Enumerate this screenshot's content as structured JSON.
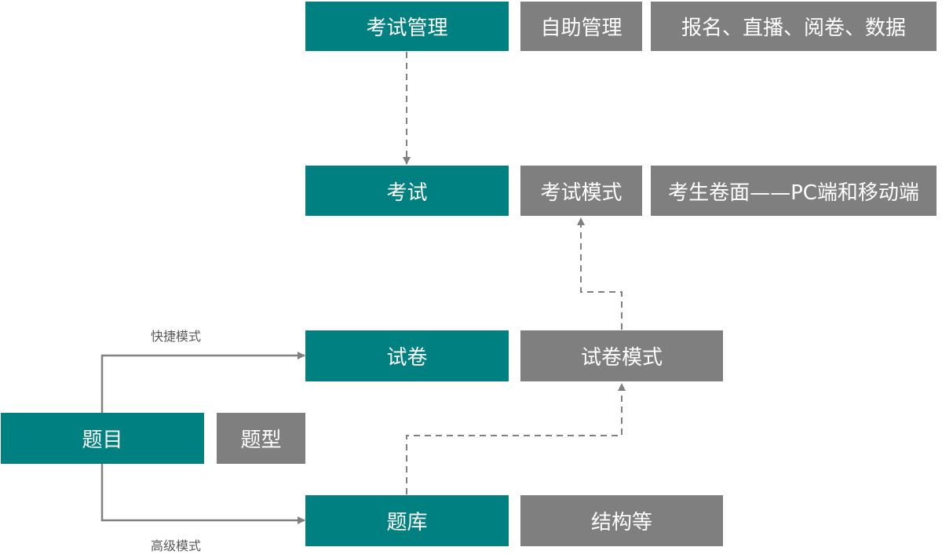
{
  "colors": {
    "primary": "#008080",
    "secondary": "#7f7f7f",
    "connector": "#808080"
  },
  "nodes": {
    "exam_mgmt": "考试管理",
    "self_service": "自助管理",
    "exam_mgmt_detail": "报名、直播、阅卷、数据",
    "exam": "考试",
    "exam_mode": "考试模式",
    "exam_surface": "考生卷面——PC端和移动端",
    "paper": "试卷",
    "paper_mode": "试卷模式",
    "question": "题目",
    "question_type": "题型",
    "bank": "题库",
    "bank_detail": "结构等"
  },
  "edges": {
    "quick_label": "快捷模式",
    "advanced_label": "高级模式"
  }
}
